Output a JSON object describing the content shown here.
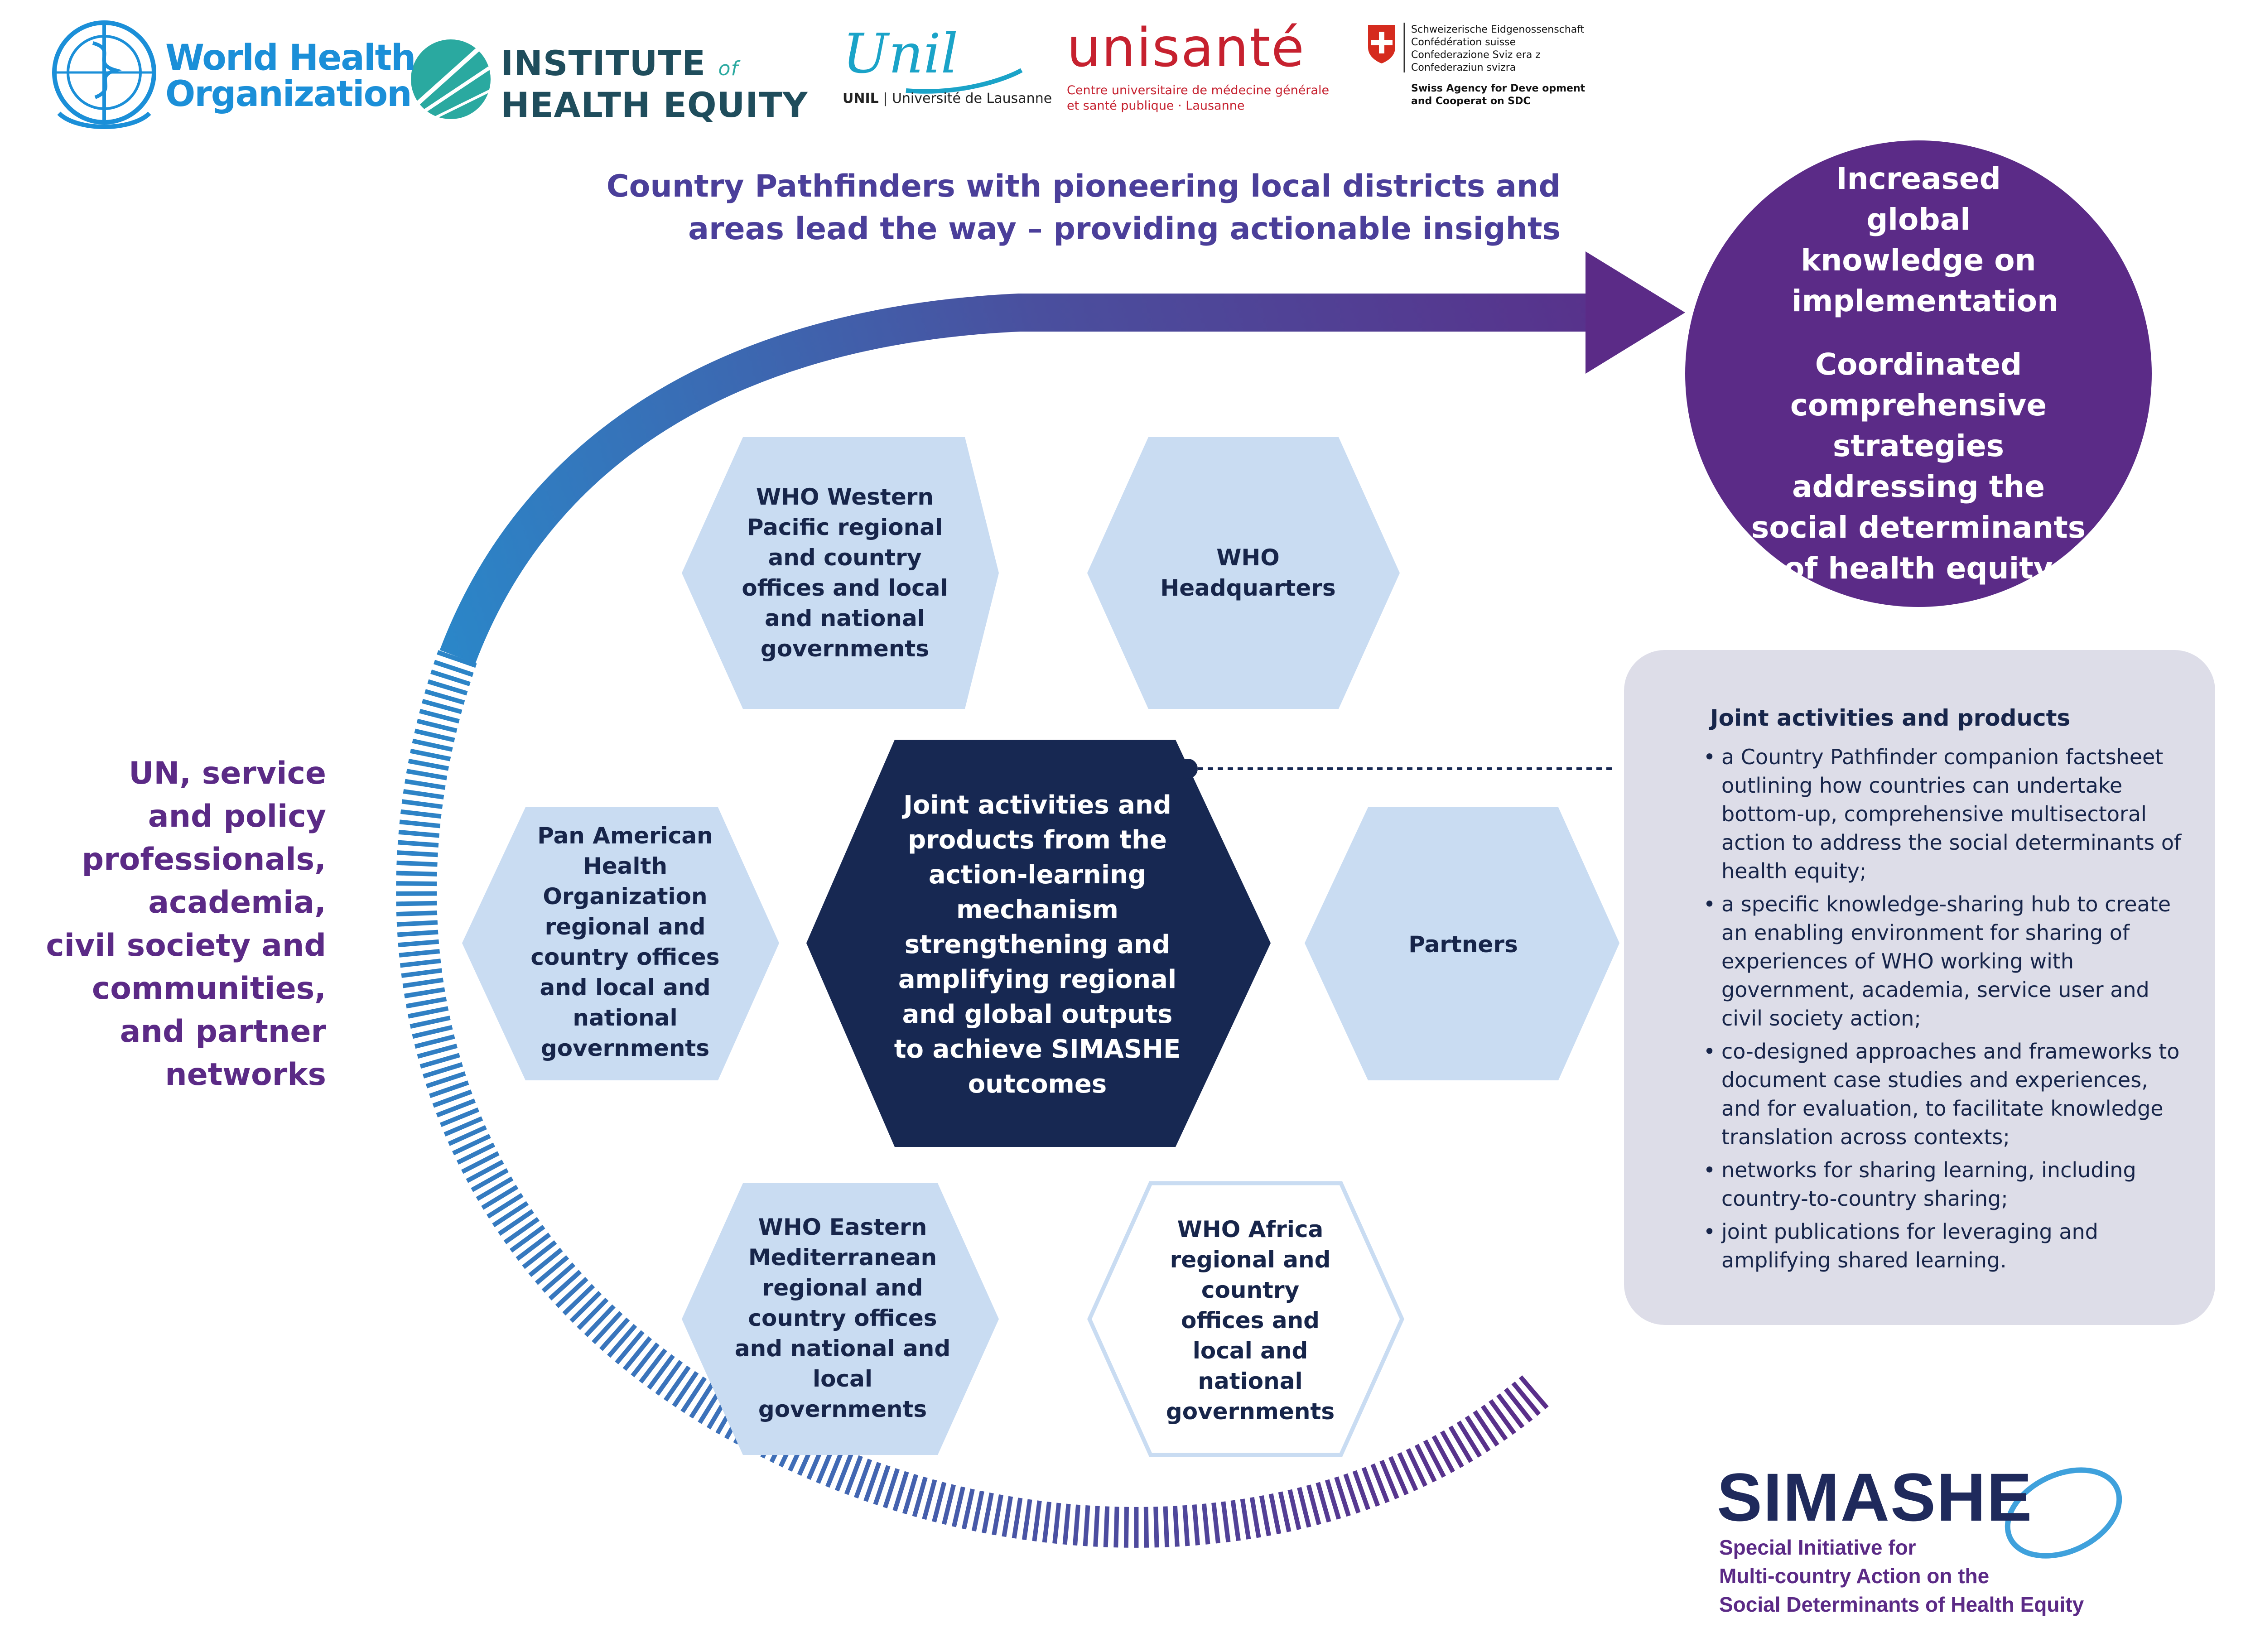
{
  "logos": {
    "who": {
      "line1": "World Health",
      "line2": "Organization"
    },
    "ihe": {
      "line1_a": "INSTITUTE",
      "line1_b": "of",
      "line2": "HEALTH EQUITY"
    },
    "unil": {
      "script": "Unil",
      "sub_bold": "UNIL",
      "sub_rest": "| Université de Lausanne"
    },
    "unisante": {
      "name": "unisanté",
      "line1": "Centre universitaire de médecine générale",
      "line2": "et santé publique · Lausanne"
    },
    "swiss": {
      "line1": "Schweizerische Eidgenossenschaft",
      "line2": "Confédération suisse",
      "line3": "Confederazione Sviz era z",
      "line4": "Confederaziun svizra",
      "agency1": "Swiss Agency for Deve opment",
      "agency2": "and Cooperat on SDC"
    }
  },
  "top_heading": {
    "line1": "Country Pathfinders with pioneering local districts and",
    "line2": "areas lead the way – providing actionable insights"
  },
  "left_heading": {
    "lines": [
      "UN, service",
      "and policy",
      "professionals,",
      "academia,",
      "civil society and",
      "communities,",
      "and partner",
      "networks"
    ]
  },
  "goal_circle": {
    "text1": "Increased global knowledge on implementation",
    "text2": "Coordinated comprehensive strategies addressing the social determinants of health equity"
  },
  "hexagons": {
    "western_pacific": "WHO Western Pacific regional and country offices and local and national governments",
    "headquarters": "WHO Headquarters",
    "paho": "Pan American Health Organization regional and country offices and local and national governments",
    "center": "Joint activities and products from the action-learning mechanism strengthening and amplifying regional and global outputs to achieve SIMASHE outcomes",
    "partners": "Partners",
    "eastern_med": "WHO Eastern Mediterranean regional and country offices and national and local governments",
    "africa": "WHO Africa regional and country offices and local and national governments"
  },
  "panel": {
    "title": "Joint activities and products",
    "items": [
      "a Country Pathfinder companion factsheet outlining how countries can undertake bottom-up, comprehensive multisectoral action to address the social determinants of health equity;",
      "a specific knowledge-sharing hub to create an enabling environment for sharing of experiences of WHO working with government, academia, service user and civil society action;",
      "co-designed approaches and frameworks to document case studies and experiences, and for evaluation, to facilitate knowledge translation across contexts;",
      "networks for sharing learning, including country-to-country sharing;",
      "joint publications for leveraging and amplifying shared learning."
    ]
  },
  "simashe": {
    "name": "SIMASHE",
    "line1": "Special Initiative for",
    "line2": "Multi-country Action on the",
    "line3": "Social Determinants of Health Equity"
  },
  "colors": {
    "arc_blue": "#2b86c8",
    "arc_purple": "#5b2b87",
    "hex_light": "#c9dcf2",
    "hex_dark": "#172852",
    "panel_bg": "#dddde8",
    "text_navy": "#17254a"
  }
}
